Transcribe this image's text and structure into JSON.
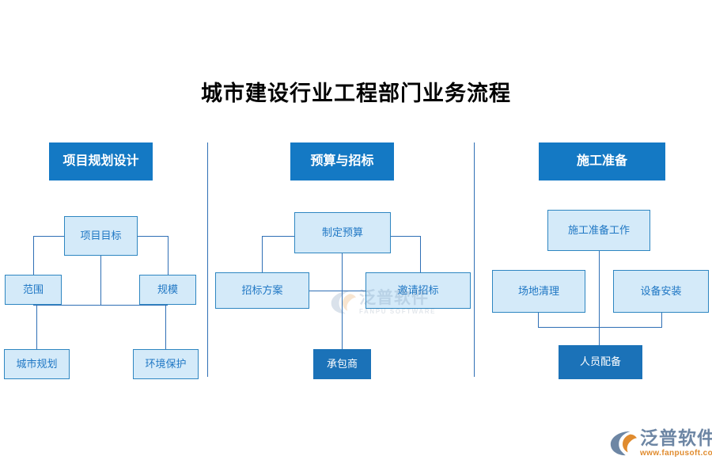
{
  "page": {
    "title": "城市建设行业工程部门业务流程",
    "background": "#ffffff"
  },
  "colors": {
    "header_blue": "#1479c4",
    "solid_blue": "#1b72b8",
    "light_fill": "#d4eaf9",
    "light_border": "#2e86c1",
    "light_text": "#1f77c4",
    "line": "#2f6fb5",
    "title_text": "#000000",
    "logo_text": "#6d86a4",
    "logo_accent": "#e08b2e"
  },
  "columns": [
    {
      "id": "planning",
      "header": "项目规划设计",
      "nodes": {
        "root": "项目目标",
        "left_mid": "范围",
        "right_mid": "规模",
        "left_leaf": "城市规划",
        "right_leaf": "环境保护"
      }
    },
    {
      "id": "budget-bidding",
      "header": "预算与招标",
      "nodes": {
        "root": "制定预算",
        "left_mid": "招标方案",
        "right_mid": "邀请招标",
        "bottom": "承包商"
      }
    },
    {
      "id": "construction-prep",
      "header": "施工准备",
      "nodes": {
        "root": "施工准备工作",
        "left_mid": "场地清理",
        "right_mid": "设备安装",
        "bottom": "人员配备"
      }
    }
  ],
  "watermark": {
    "cn": "泛普软件",
    "en": "FANPU SOFTWARE"
  },
  "logo": {
    "cn": "泛普软件",
    "url": "www.fanpusoft.com"
  }
}
